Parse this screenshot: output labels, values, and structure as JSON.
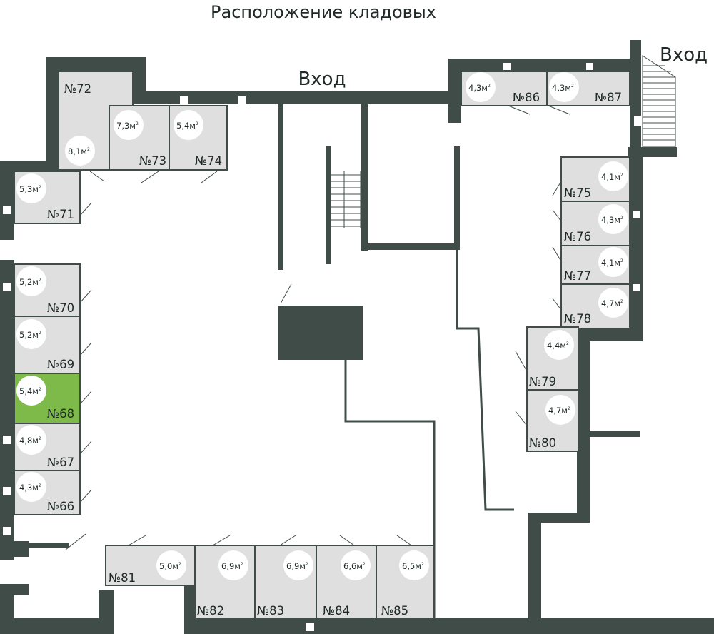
{
  "title": "Расположение кладовых",
  "entrance_main": "Вход",
  "entrance_side": "Вход",
  "area_unit_sup": "2",
  "colors": {
    "wall": "#3f4c48",
    "room_fill": "#dfdfdf",
    "highlighted_room": "#7dba4a",
    "badge": "#ffffff",
    "text": "#1f2a28"
  },
  "storages": {
    "n66": {
      "number": "№66",
      "area": "4,3м"
    },
    "n67": {
      "number": "№67",
      "area": "4,8м"
    },
    "n68": {
      "number": "№68",
      "area": "5,4м",
      "highlighted": true
    },
    "n69": {
      "number": "№69",
      "area": "5,2м"
    },
    "n70": {
      "number": "№70",
      "area": "5,2м"
    },
    "n71": {
      "number": "№71",
      "area": "5,3м"
    },
    "n72": {
      "number": "№72",
      "area": "8,1м"
    },
    "n73": {
      "number": "№73",
      "area": "7,3м"
    },
    "n74": {
      "number": "№74",
      "area": "5,4м"
    },
    "n75": {
      "number": "№75",
      "area": "4,1м"
    },
    "n76": {
      "number": "№76",
      "area": "4,3м"
    },
    "n77": {
      "number": "№77",
      "area": "4,1м"
    },
    "n78": {
      "number": "№78",
      "area": "4,7м"
    },
    "n79": {
      "number": "№79",
      "area": "4,4м"
    },
    "n80": {
      "number": "№80",
      "area": "4,7м"
    },
    "n81": {
      "number": "№81",
      "area": "5,0м"
    },
    "n82": {
      "number": "№82",
      "area": "6,9м"
    },
    "n83": {
      "number": "№83",
      "area": "6,9м"
    },
    "n84": {
      "number": "№84",
      "area": "6,6м"
    },
    "n85": {
      "number": "№85",
      "area": "6,5м"
    },
    "n86": {
      "number": "№86",
      "area": "4,3м"
    },
    "n87": {
      "number": "№87",
      "area": "4,3м"
    }
  }
}
